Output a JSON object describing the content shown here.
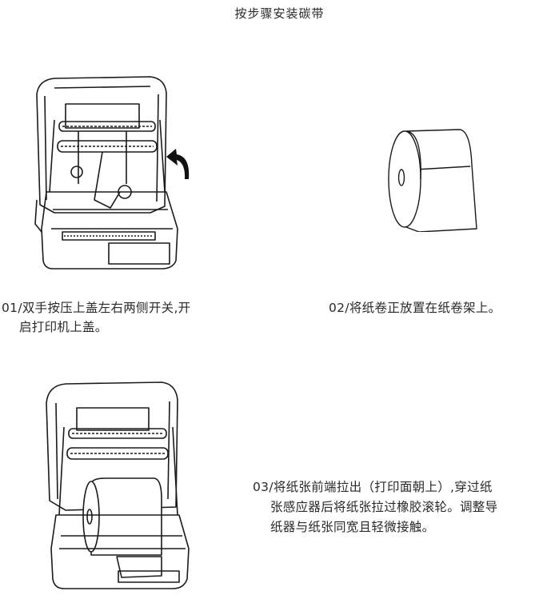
{
  "title": "按步骤安装碳带",
  "steps": [
    {
      "line1": "01/双手按压上盖左右两侧开关,开",
      "line2": "启打印机上盖。",
      "illustration": "printer-open-lid-illustration"
    },
    {
      "line1": "02/将纸卷正放置在纸卷架上。",
      "illustration": "paper-roll-illustration"
    },
    {
      "line1": "03/将纸张前端拉出（打印面朝上）,穿过纸",
      "line2": "张感应器后将纸张拉过橡胶滚轮。调整导",
      "line3": "纸器与纸张同宽且轻微接触。",
      "illustration": "printer-with-paper-illustration"
    }
  ],
  "icons": {
    "open-arrow": "curved-arrow-icon"
  }
}
